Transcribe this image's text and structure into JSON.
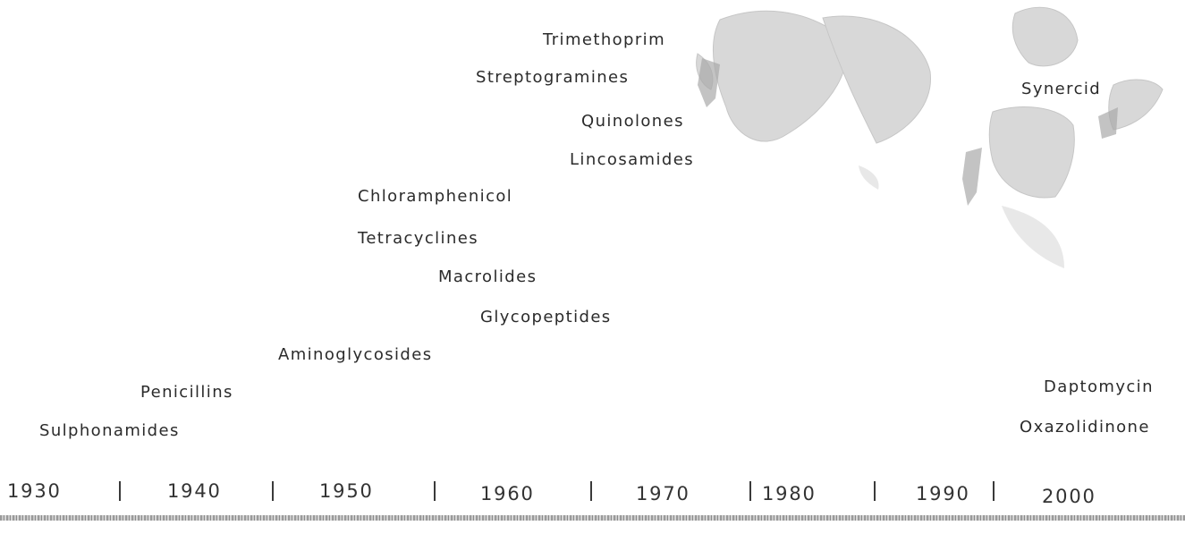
{
  "antibiotic_classes": [
    {
      "key": "trimethoprim",
      "name": "Trimethoprim"
    },
    {
      "key": "streptogramines",
      "name": "Streptogramines"
    },
    {
      "key": "quinolones",
      "name": "Quinolones"
    },
    {
      "key": "lincosamides",
      "name": "Lincosamides"
    },
    {
      "key": "chloramphenicol",
      "name": "Chloramphenicol"
    },
    {
      "key": "tetracyclines",
      "name": "Tetracyclines"
    },
    {
      "key": "macrolides",
      "name": "Macrolides"
    },
    {
      "key": "glycopeptides",
      "name": "Glycopeptides"
    },
    {
      "key": "aminoglycosides",
      "name": "Aminoglycosides"
    },
    {
      "key": "penicillins",
      "name": "Penicillins"
    },
    {
      "key": "sulphonamides",
      "name": "Sulphonamides"
    },
    {
      "key": "synercid",
      "name": "Synercid"
    },
    {
      "key": "daptomycin",
      "name": "Daptomycin"
    },
    {
      "key": "oxazolidinone",
      "name": "Oxazolidinone"
    }
  ],
  "timeline_years": [
    "1930",
    "1940",
    "1950",
    "1960",
    "1970",
    "1980",
    "1990",
    "2000"
  ],
  "separator_glyph": "|"
}
